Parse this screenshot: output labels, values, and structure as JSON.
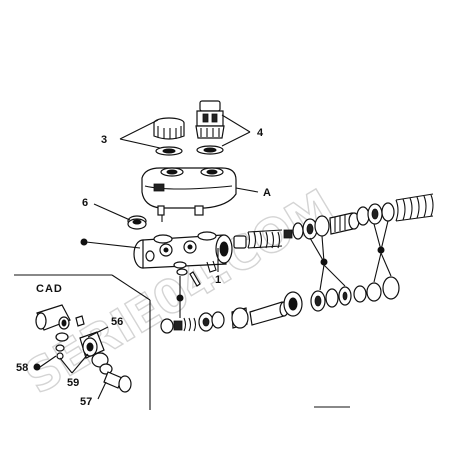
{
  "watermark": "SERIE04.COM",
  "inset_label": "CAD",
  "callouts": {
    "c3": "3",
    "c4": "4",
    "c6": "6",
    "cA": "A",
    "c1": "1",
    "c56": "56",
    "c58": "58",
    "c59": "59",
    "c57": "57"
  }
}
